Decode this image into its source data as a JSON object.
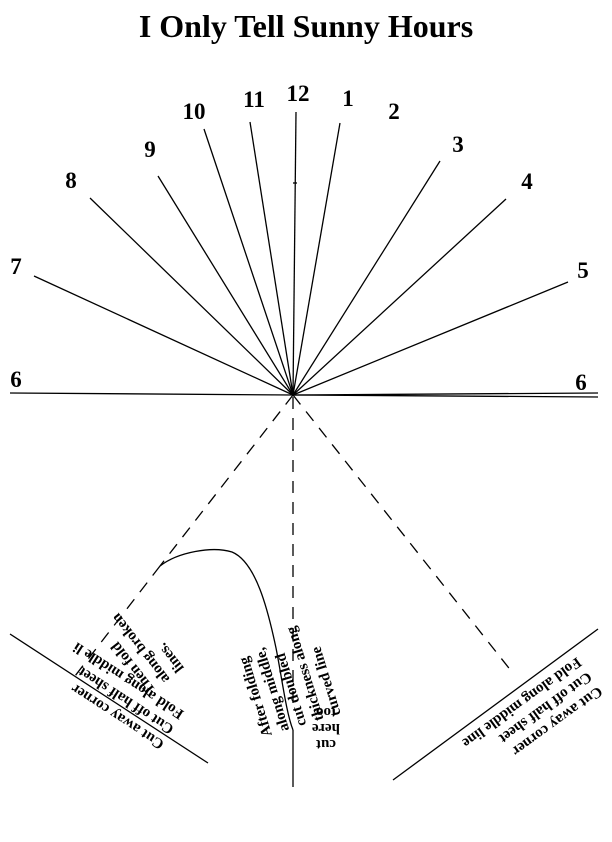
{
  "title": "I Only Tell Sunny Hours",
  "hours": [
    {
      "label": "6",
      "side": "left"
    },
    {
      "label": "7"
    },
    {
      "label": "8"
    },
    {
      "label": "9"
    },
    {
      "label": "10"
    },
    {
      "label": "11"
    },
    {
      "label": "12"
    },
    {
      "label": "1"
    },
    {
      "label": "2"
    },
    {
      "label": "3"
    },
    {
      "label": "4"
    },
    {
      "label": "5"
    },
    {
      "label": "6",
      "side": "right"
    }
  ],
  "instructions": {
    "left_corner": [
      "Cut away corner",
      "Cut off half sheet",
      "Fold along middle li"
    ],
    "right_corner": [
      "Cut away corner",
      "Cut off half sheet",
      "Fold along middle line"
    ],
    "broken_lines": [
      "Then fold",
      "along broken",
      "lines."
    ],
    "curved_line": [
      "After folding",
      "along middle,",
      "cut doubled",
      "thickness along",
      "curved line"
    ],
    "cut_here": [
      "cut",
      "here",
      "too"
    ]
  }
}
